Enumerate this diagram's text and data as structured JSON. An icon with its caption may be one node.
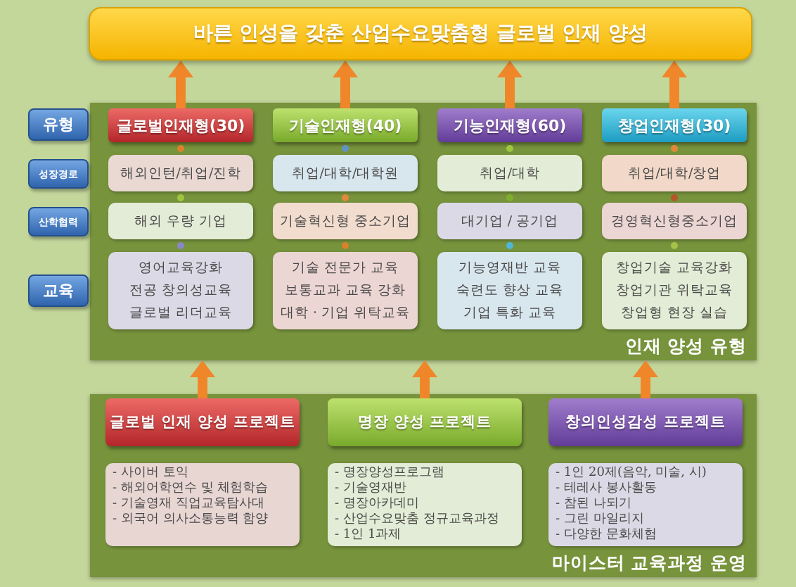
{
  "diagram": {
    "nodes": [
      {
        "text": [
          "바른 인성을 갖춘 산업수요맞춤형 글로벌 인재 양성"
        ]
      },
      {
        "text": [
          "인재 양성 유형"
        ]
      },
      {
        "text": [
          "유형"
        ]
      },
      {
        "text": [
          "글로벌인재형(30)"
        ],
        "in": 1
      },
      {
        "text": [
          "기술인재형(40)"
        ],
        "in": 1
      },
      {
        "text": [
          "기능인재형(60)"
        ],
        "in": 1
      },
      {
        "text": [
          "창업인재형(30)"
        ],
        "in": 1
      },
      {
        "text": [
          "성장경로"
        ]
      },
      {
        "text": [
          "해외인턴/취업/진학"
        ],
        "in": 1
      },
      {
        "text": [
          "취업/대학/대학원"
        ],
        "in": 1
      },
      {
        "text": [
          "취업/대학"
        ],
        "in": 1
      },
      {
        "text": [
          "취업/대학/창업"
        ],
        "in": 1
      },
      {
        "text": [
          "산학협력"
        ]
      },
      {
        "text": [
          "해외 우량 기업"
        ],
        "in": 1
      },
      {
        "text": [
          "기술혁신형 중소기업"
        ],
        "in": 1
      },
      {
        "text": [
          "대기업 / 공기업"
        ],
        "in": 1
      },
      {
        "text": [
          "경영혁신형중소기업"
        ],
        "in": 1
      },
      {
        "text": [
          "교육"
        ]
      },
      {
        "text": [
          "영어교육강화",
          "전공 창의성교육",
          "글로벌 리더교육"
        ],
        "in": 1
      },
      {
        "text": [
          "기술 전문가 교육",
          "보통교과 교육 강화",
          "대학 · 기업 위탁교육"
        ],
        "in": 1
      },
      {
        "text": [
          "기능영재반 교육",
          "숙련도 향상 교육",
          "기업 특화 교육"
        ],
        "in": 1
      },
      {
        "text": [
          "창업기술 교육강화",
          "창업기관 위탁교육",
          "창업형 현장 실습"
        ],
        "in": 1
      },
      {
        "text": [
          "마이스터 교육과정 운영"
        ]
      },
      {
        "text": [
          "글로벌 인재 양성 프로젝트"
        ],
        "in": 22
      },
      {
        "text": [
          "명장 양성 프로젝트"
        ],
        "in": 22
      },
      {
        "text": [
          "창의인성감성 프로젝트"
        ],
        "in": 22
      },
      {
        "text": [
          "- 사이버 토익",
          "- 해외어학연수 및 체험학습",
          "- 기술영재 직업교육탐사대",
          "- 외국어 의사소통능력 함양"
        ],
        "in": 22
      },
      {
        "text": [
          "- 명장양성프로그램",
          "- 기술영재반",
          "- 명장아카데미",
          "- 산업수요맞춤 정규교육과정",
          "- 1인 1과제"
        ],
        "in": 22
      },
      {
        "text": [
          "- 1인 20제(음악, 미술, 시)",
          "- 테레사 봉사활동",
          "- 참된 나되기",
          "- 그린 마일리지",
          "- 다양한 문화체험"
        ],
        "in": 22
      }
    ],
    "edges": [
      {
        "from": 3,
        "to": 0,
        "arrow": "to"
      },
      {
        "from": 4,
        "to": 0,
        "arrow": "to"
      },
      {
        "from": 5,
        "to": 0,
        "arrow": "to"
      },
      {
        "from": 6,
        "to": 0,
        "arrow": "to"
      },
      {
        "from": 23,
        "to": 1,
        "arrow": "to"
      },
      {
        "from": 24,
        "to": 1,
        "arrow": "to"
      },
      {
        "from": 25,
        "to": 1,
        "arrow": "to"
      }
    ]
  }
}
